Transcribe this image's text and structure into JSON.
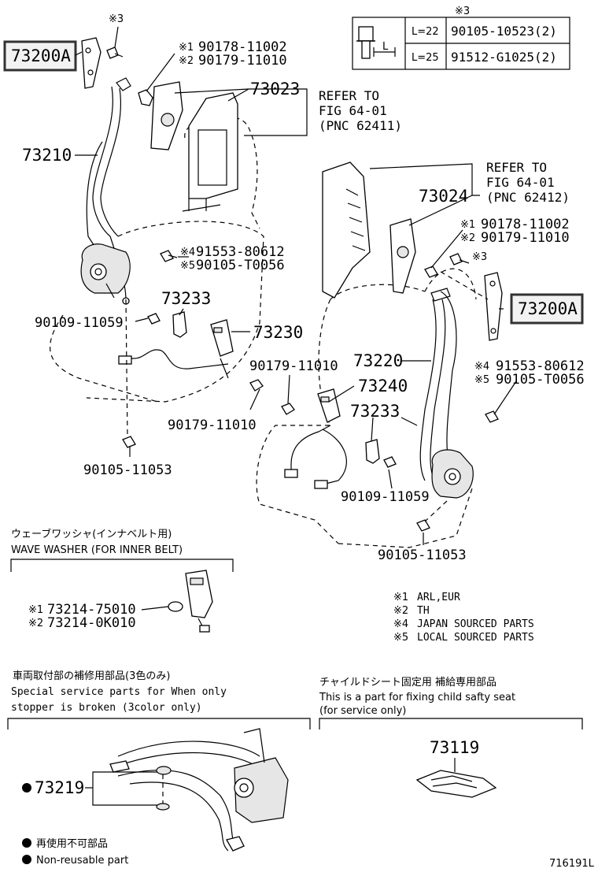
{
  "diagram_id": "716191L",
  "table": {
    "marker": "※3",
    "rows": [
      {
        "length": "L=22",
        "part": "90105-10523(2)"
      },
      {
        "length": "L=25",
        "part": "91512-G1025(2)"
      }
    ],
    "dim_label": "L"
  },
  "tags": {
    "left": "73200A",
    "right": "73200A"
  },
  "markers": {
    "m1": "※1",
    "m2": "※2",
    "m3": "※3",
    "m4": "※4",
    "m5": "※5"
  },
  "left_assembly": {
    "bolt_marker": "※3",
    "clip_a": "90178-11002",
    "clip_b": "90179-11010",
    "cover": "73023",
    "refer": [
      "REFER TO",
      "FIG 64-01",
      "(PNC 62411)"
    ],
    "belt": "73210",
    "bolt_x": "91553-80612",
    "bolt_y": "90105-T0056",
    "cover_b": "73233",
    "bolt_c": "90109-11059",
    "buckle": "73230",
    "nut": "90179-11010",
    "bolt_d": "90105-11053"
  },
  "right_assembly": {
    "refer": [
      "REFER TO",
      "FIG 64-01",
      "(PNC 62412)"
    ],
    "cover": "73024",
    "clip_a": "90178-11002",
    "clip_b": "90179-11010",
    "bolt_marker": "※3",
    "nut": "90179-11010",
    "belt": "73220",
    "bolt_x": "91553-80612",
    "bolt_y": "90105-T0056",
    "buckle": "73240",
    "cover_b": "73233",
    "bolt_c": "90109-11059",
    "bolt_d": "90105-11053"
  },
  "washer_section": {
    "title_jp": "ウェーブワッシャ(インナベルト用)",
    "title_en": "WAVE WASHER (FOR INNER BELT)",
    "part_a": "73214-75010",
    "part_b": "73214-0K010"
  },
  "legend": [
    {
      "marker": "※1",
      "text": "ARL,EUR"
    },
    {
      "marker": "※2",
      "text": "TH"
    },
    {
      "marker": "※4",
      "text": "JAPAN SOURCED PARTS"
    },
    {
      "marker": "※5",
      "text": "LOCAL SOURCED PARTS"
    }
  ],
  "stopper_section": {
    "title_jp": "車両取付部の補修用部品(3色のみ)",
    "line1": "Special  service  parts  for  When  only",
    "line2": "stopper  is  broken  (3color  only)",
    "part": "73219"
  },
  "child_section": {
    "title_jp": "チャイルドシート固定用  補給専用部品",
    "line1": "This is a part for fixing child safty seat",
    "line2": "(for service only)",
    "part": "73119"
  },
  "footnote": {
    "jp": "再使用不可部品",
    "en": "Non-reusable part"
  }
}
